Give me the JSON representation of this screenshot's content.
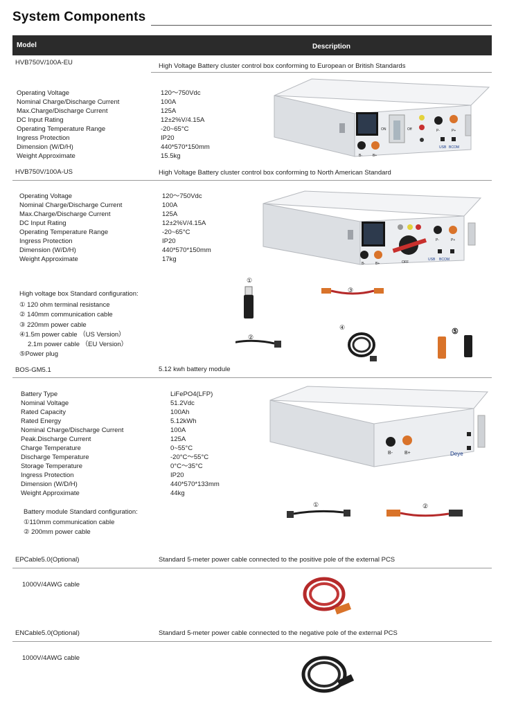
{
  "title": "System Components",
  "table_header": {
    "model": "Model",
    "description": "Description"
  },
  "sections": {
    "eu": {
      "model": "HVB750V/100A-EU",
      "description": "High Voltage Battery cluster control box  conforming to European or British Standards",
      "specs": [
        {
          "k": "Operating Voltage",
          "v": "120～750Vdc"
        },
        {
          "k": "Nominal Charge/Discharge Current",
          "v": "100A"
        },
        {
          "k": "Max.Charge/Discharge Current",
          "v": "125A"
        },
        {
          "k": "DC Input Rating",
          "v": "12±2%V/4.15A"
        },
        {
          "k": "Operating Temperature Range",
          "v": "-20~65°C"
        },
        {
          "k": "Ingress Protection",
          "v": "IP20"
        },
        {
          "k": "Dimension (W/D/H)",
          "v": "440*570*150mm"
        },
        {
          "k": "Weight Approximate",
          "v": "15.5kg"
        }
      ],
      "device_labels": {
        "on": "ON",
        "off": "Off",
        "bminus": "B-",
        "bplus": "B+",
        "pminus": "P-",
        "pplus": "P+",
        "usb": "USB",
        "bcom": "BCOM"
      }
    },
    "us": {
      "model": "HVB750V/100A-US",
      "description": "High Voltage Battery cluster control box  conforming to North American Standard",
      "specs": [
        {
          "k": "Operating Voltage",
          "v": "120～750Vdc"
        },
        {
          "k": "Nominal Charge/Discharge Current",
          "v": "100A"
        },
        {
          "k": "Max.Charge/Discharge Current",
          "v": "125A"
        },
        {
          "k": "DC Input Rating",
          "v": "12±2%V/4.15A"
        },
        {
          "k": "Operating Temperature Range",
          "v": "-20~65°C"
        },
        {
          "k": "Ingress Protection",
          "v": "IP20"
        },
        {
          "k": "Dimension (W/D/H)",
          "v": "440*570*150mm"
        },
        {
          "k": "Weight Approximate",
          "v": "17kg"
        }
      ],
      "device_labels": {
        "bminus": "B-",
        "bplus": "B+",
        "off": "OFF",
        "pminus": "P-",
        "pplus": "P+",
        "usb": "USB",
        "bcom": "BCOM"
      }
    },
    "hv_config": {
      "title": "High voltage box Standard configuration:",
      "items": [
        "① 120 ohm terminal resistance",
        "② 140mm communication cable",
        "③ 220mm power cable",
        "④1.5m power cable （US Version）",
        "   2.1m power cable （EU Version）",
        "⑤Power plug"
      ],
      "markers": [
        "①",
        "②",
        "③",
        "④",
        "⑤"
      ]
    },
    "module": {
      "model": "BOS-GM5.1",
      "description": "5.12 kwh battery module",
      "specs": [
        {
          "k": "Battery Type",
          "v": "LiFePO4(LFP)"
        },
        {
          "k": "Nominal Voltage",
          "v": "51.2Vdc"
        },
        {
          "k": "Rated    Capacity",
          "v": "100Ah"
        },
        {
          "k": "Rated    Energy",
          "v": "5.12kWh"
        },
        {
          "k": "Nominal Charge/Discharge Current",
          "v": "100A"
        },
        {
          "k": "Peak.Discharge Current",
          "v": "125A"
        },
        {
          "k": "Charge Temperature",
          "v": "0~55°C"
        },
        {
          "k": "Discharge Temperature",
          "v": "-20°C～55°C"
        },
        {
          "k": "Storage Temperature",
          "v": "0°C～35°C"
        },
        {
          "k": "Ingress Protection",
          "v": "IP20"
        },
        {
          "k": "Dimension (W/D/H)",
          "v": "440*570*133mm"
        },
        {
          "k": "Weight Approximate",
          "v": "44kg"
        }
      ],
      "device_labels": {
        "bminus": "B-",
        "bplus": "B+",
        "brand": "Deye"
      },
      "config_title": "Battery module Standard configuration:",
      "config_items": [
        "①110mm communication cable",
        "② 200mm power cable"
      ],
      "markers": [
        "①",
        "②"
      ]
    },
    "epcable": {
      "model": "EPCable5.0(Optional)",
      "description": "Standard 5-meter power cable connected to the positive pole of the external PCS",
      "spec": "1000V/4AWG  cable"
    },
    "encable": {
      "model": "ENCable5.0(Optional)",
      "description": "Standard 5-meter power cable connected to the negative pole of the external PCS",
      "spec": "1000V/4AWG  cable"
    }
  },
  "colors": {
    "header_bg": "#2b2b2b",
    "device_body": "#e9ebee",
    "screen": "#1a1a1a",
    "orange_connector": "#d9732a",
    "red_cable": "#b52a2a",
    "black_cable": "#1d1d1d"
  }
}
